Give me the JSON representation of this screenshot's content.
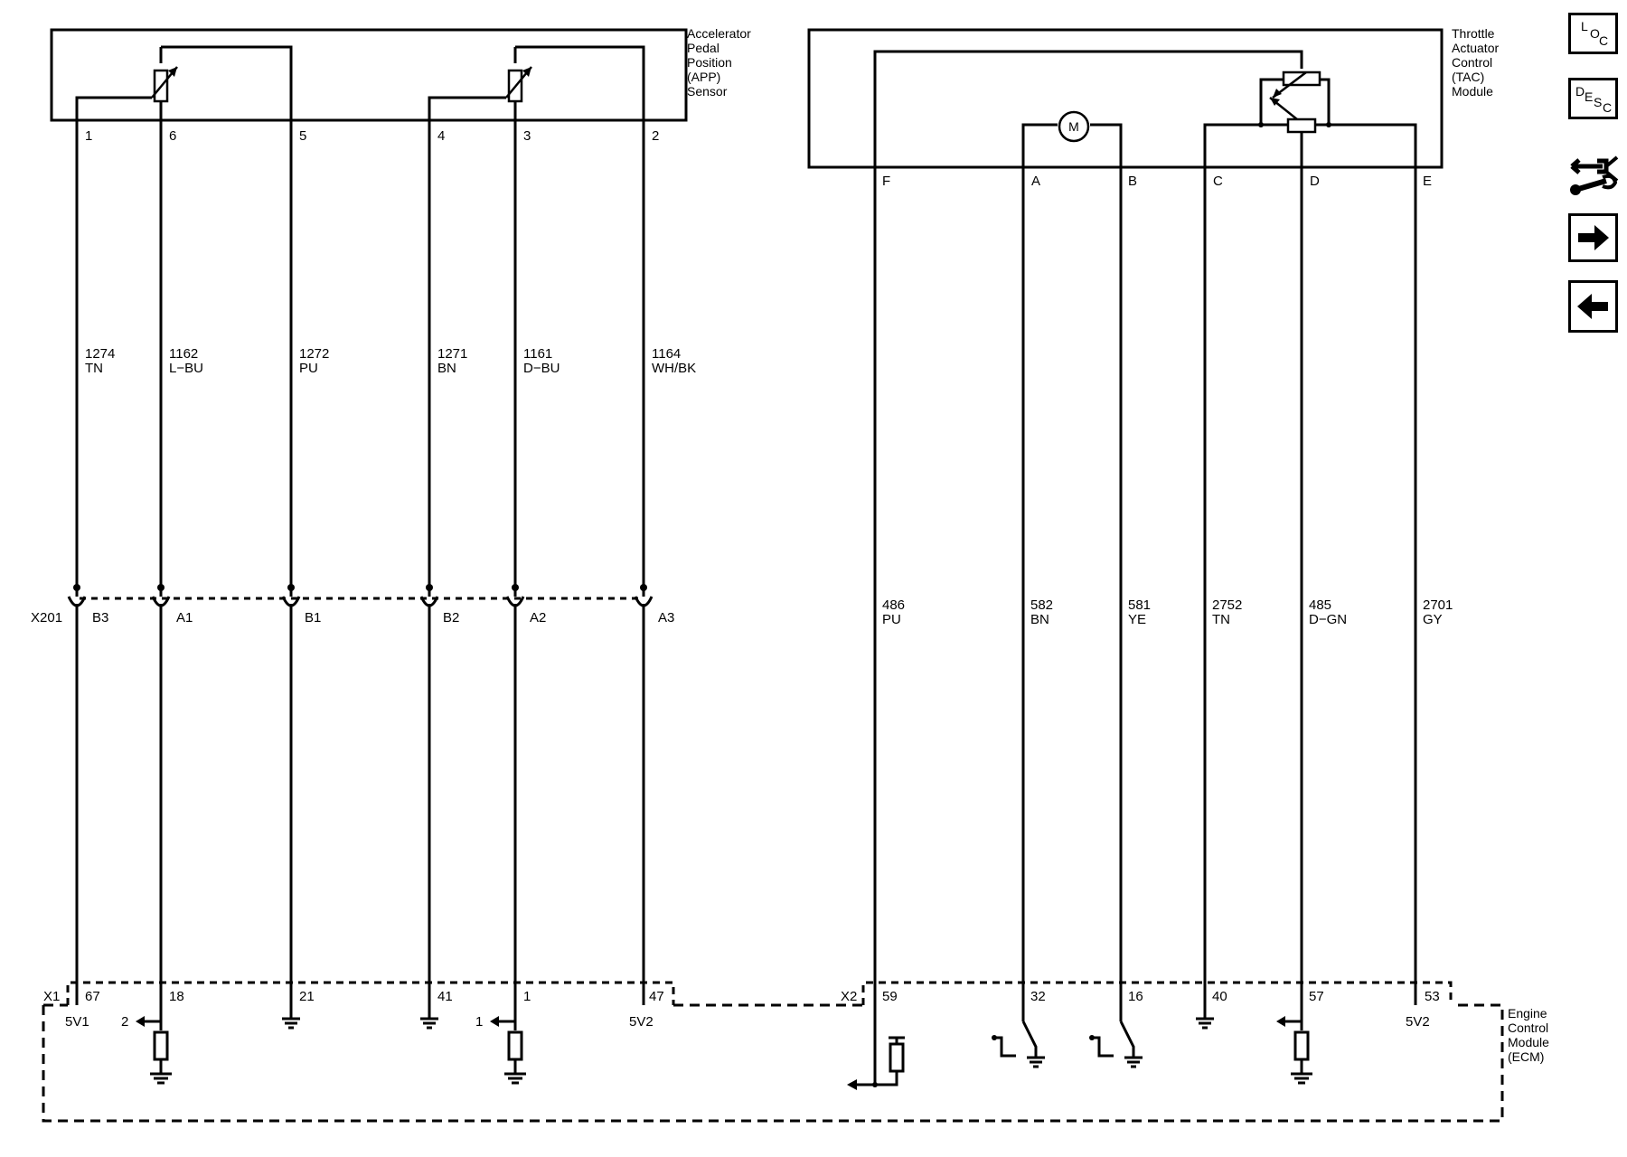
{
  "components": {
    "app_sensor": [
      "Accelerator",
      "Pedal",
      "Position",
      "(APP)",
      "Sensor"
    ],
    "tac_module": [
      "Throttle",
      "Actuator",
      "Control",
      "(TAC)",
      "Module"
    ],
    "ecm": [
      "Engine",
      "Control",
      "Module",
      "(ECM)"
    ]
  },
  "app_pins": [
    "1",
    "6",
    "5",
    "4",
    "3",
    "2"
  ],
  "app_circuits": [
    {
      "num": "1274",
      "color": "TN"
    },
    {
      "num": "1162",
      "color": "L−BU"
    },
    {
      "num": "1272",
      "color": "PU"
    },
    {
      "num": "1271",
      "color": "BN"
    },
    {
      "num": "1161",
      "color": "D−BU"
    },
    {
      "num": "1164",
      "color": "WH/BK"
    }
  ],
  "x201": {
    "label": "X201",
    "pins": [
      "B3",
      "A1",
      "B1",
      "B2",
      "A2",
      "A3"
    ]
  },
  "x1": {
    "label": "X1",
    "pins": [
      "67",
      "18",
      "21",
      "41",
      "1",
      "47"
    ]
  },
  "tac_pins": [
    "F",
    "A",
    "B",
    "C",
    "D",
    "E"
  ],
  "tac_circuits": [
    {
      "num": "486",
      "color": "PU"
    },
    {
      "num": "582",
      "color": "BN"
    },
    {
      "num": "581",
      "color": "YE"
    },
    {
      "num": "2752",
      "color": "TN"
    },
    {
      "num": "485",
      "color": "D−GN"
    },
    {
      "num": "2701",
      "color": "GY"
    }
  ],
  "x2": {
    "label": "X2",
    "pins": [
      "59",
      "32",
      "16",
      "40",
      "57",
      "53"
    ]
  },
  "ecm_refs": {
    "five_v1": "5V1",
    "five_v2_left": "5V2",
    "five_v2_right": "5V2",
    "ref_2": "2",
    "ref_1": "1"
  },
  "motor_symbol": "M",
  "nav": {
    "loc": {
      "l1": "L",
      "l2": "O",
      "l3": "C"
    },
    "desc": {
      "l1": "D",
      "l2": "E",
      "l3": "S",
      "l4": "C"
    }
  },
  "icons": [
    "loc-button",
    "desc-button",
    "tool-icon",
    "arrow-right-icon",
    "arrow-left-icon"
  ]
}
